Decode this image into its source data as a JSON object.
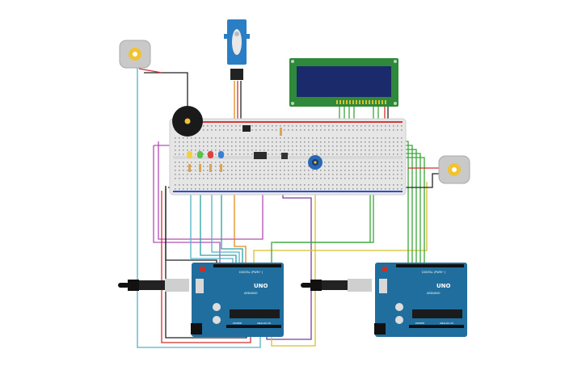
{
  "arduino_left": {
    "brand_text": "UNO",
    "sub_text": "ARDUINO",
    "digital_text": "DIGITAL (PWM~)",
    "power_text": "POWER",
    "analog_text": "ANALOG IN"
  },
  "arduino_right": {
    "brand_text": "UNO",
    "sub_text": "ARDUINO",
    "digital_text": "DIGITAL (PWM~)",
    "power_text": "POWER",
    "analog_text": "ANALOG IN"
  },
  "colors": {
    "arduino_board": "#1f6e9e",
    "breadboard": "#e6e6e6",
    "lcd_frame": "#2e8a3a",
    "lcd_screen": "#1b2a6b",
    "servo_body": "#2a7fc4",
    "wire_red": "#d32f2f",
    "wire_black": "#222222",
    "wire_green": "#3aa53a",
    "wire_cyan": "#4fb3c6",
    "wire_magenta": "#b24fb2",
    "wire_orange": "#e08a1e",
    "wire_yellow": "#d8c12a",
    "wire_purple": "#7b3fa0"
  },
  "leds": [
    "yellow",
    "green",
    "red",
    "blue"
  ],
  "icons": [
    "dc-motor-icon",
    "buzzer-icon",
    "servo-icon",
    "lcd-icon",
    "potentiometer-icon",
    "usb-plug-icon"
  ]
}
